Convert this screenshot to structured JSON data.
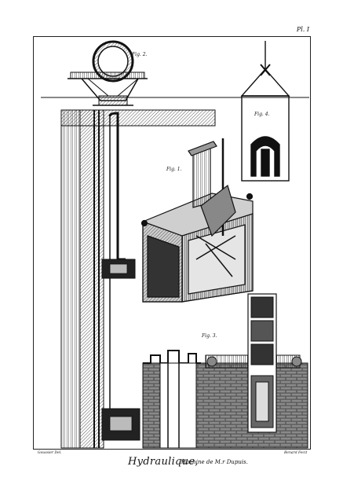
{
  "plate": {
    "number": "Pl. I"
  },
  "figures": {
    "fig1": "Fig. 1.",
    "fig2": "Fig. 2.",
    "fig3": "Fig. 3.",
    "fig4": "Fig. 4."
  },
  "credits": {
    "left": "Goussier Del.",
    "right": "Benard Fecit"
  },
  "caption": {
    "title": "Hydraulique,",
    "subtitle": "Machine de M.r Dupuis."
  },
  "colors": {
    "ink": "#111111",
    "paper": "#ffffff",
    "hatch": "#555555"
  }
}
